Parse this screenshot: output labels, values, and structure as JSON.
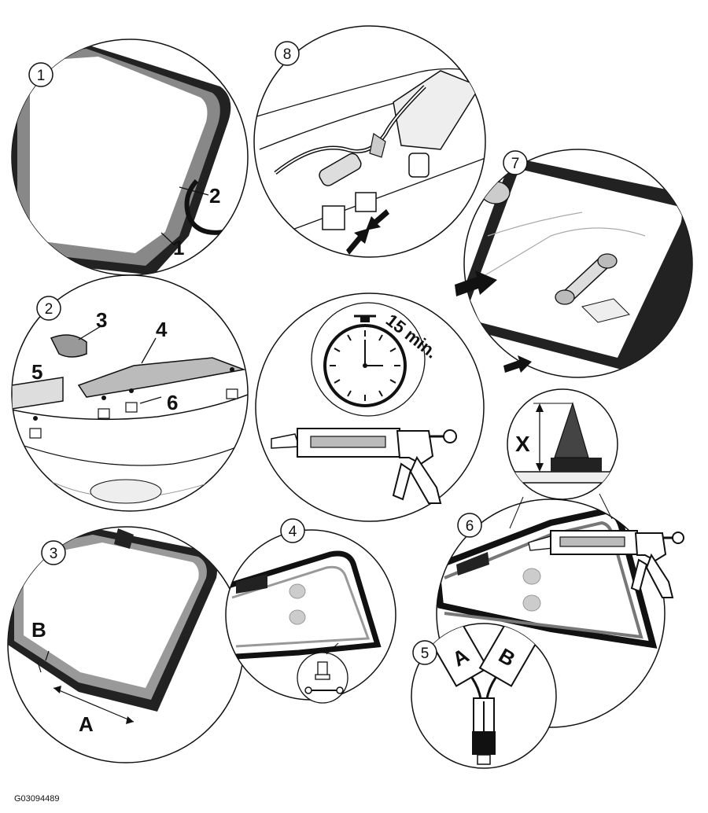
{
  "steps": {
    "s1": "1",
    "s2": "2",
    "s3": "3",
    "s4": "4",
    "s5": "5",
    "s6": "6",
    "s7": "7",
    "s8": "8"
  },
  "callouts": {
    "c1": "1",
    "c2": "2",
    "c3": "3",
    "c4": "4",
    "c6": "6",
    "a": "A",
    "b": "B",
    "x": "X",
    "cartridge_a": "A",
    "cartridge_b": "B"
  },
  "timer": {
    "label": "15 min."
  },
  "figure_ref": "G03094489",
  "colors": {
    "ink": "#111111",
    "mid_gray": "#808080",
    "light_gray": "#d0d0d0",
    "bead": "#555555"
  }
}
